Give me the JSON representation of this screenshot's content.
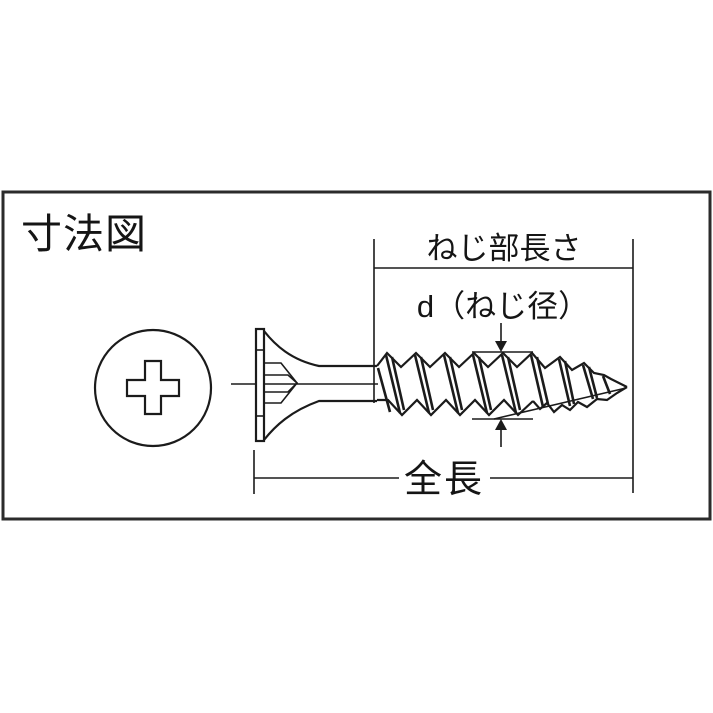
{
  "diagram": {
    "title": "寸法図",
    "labels": {
      "thread_length": "ねじ部長さ",
      "thread_diameter": "d（ねじ径）",
      "total_length": "全長"
    },
    "colors": {
      "background": "#ffffff",
      "line": "#1b1b1b",
      "frame_border": "#2b2b2b"
    }
  }
}
